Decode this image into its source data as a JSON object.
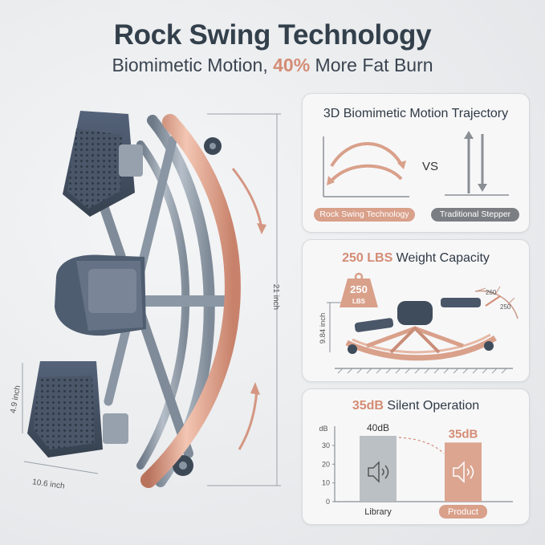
{
  "header": {
    "title": "Rock Swing Technology",
    "subtitle_prefix": "Biomimetic Motion, ",
    "subtitle_highlight": "40%",
    "subtitle_suffix": " More Fat Burn"
  },
  "product": {
    "height_label": "21 inch",
    "pedal_height_label": "4.9 inch",
    "pedal_width_label": "10.6 inch"
  },
  "panel_trajectory": {
    "title": "3D Biomimetic Motion Trajectory",
    "vs_label": "VS",
    "left_label": "Rock Swing Technology",
    "right_label": "Traditional Stepper"
  },
  "panel_weight": {
    "title_highlight": "250 LBS",
    "title_rest": " Weight Capacity",
    "weight_badge_value": "250",
    "weight_badge_unit": "LBS",
    "gauge_label_top": "260",
    "gauge_label_right": "250",
    "height_label": "9.84 inch"
  },
  "panel_noise": {
    "title_highlight": "35dB",
    "title_rest": " Silent Operation",
    "chart_data": {
      "type": "bar",
      "ylabel": "dB",
      "categories": [
        "Library",
        "Product"
      ],
      "values": [
        40,
        35
      ],
      "value_labels": [
        "40dB",
        "35dB"
      ],
      "yticks": [
        0,
        10,
        20,
        30
      ],
      "ylim": [
        0,
        30
      ]
    }
  },
  "colors": {
    "accent": "#d48c74",
    "rose_gold": "#d9a08a",
    "frame_gray": "#8f9aa6",
    "dark_navy": "#3f4c5c",
    "pill_dark": "#7b7f84"
  }
}
